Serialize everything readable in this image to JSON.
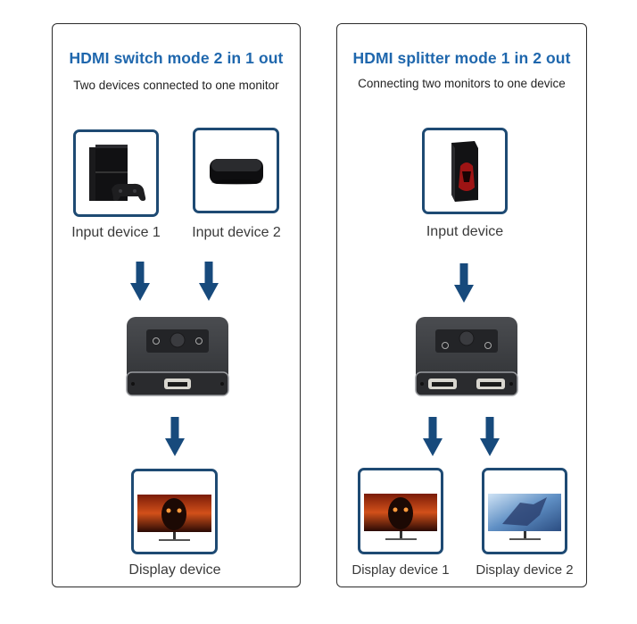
{
  "left_panel": {
    "title": "HDMI switch mode 2 in 1 out",
    "subtitle": "Two devices connected to one monitor",
    "inputs": [
      {
        "label": "Input device 1",
        "icon": "game-console-icon"
      },
      {
        "label": "Input device 2",
        "icon": "media-box-icon"
      }
    ],
    "hub": {
      "icon": "hdmi-switch-device-icon",
      "ports": 1
    },
    "outputs": [
      {
        "label": "Display device",
        "icon": "monitor-icon"
      }
    ]
  },
  "right_panel": {
    "title": "HDMI splitter mode 1 in 2 out",
    "subtitle": "Connecting two monitors to one device",
    "inputs": [
      {
        "label": "Input device",
        "icon": "pc-tower-icon"
      }
    ],
    "hub": {
      "icon": "hdmi-splitter-device-icon",
      "ports": 2
    },
    "outputs": [
      {
        "label": "Display device 1",
        "icon": "monitor-icon"
      },
      {
        "label": "Display device 2",
        "icon": "monitor-icon"
      }
    ]
  },
  "colors": {
    "title_blue": "#1f67ad",
    "box_border": "#1e4a73",
    "arrow": "#174a7c",
    "panel_border": "#2b2b2b"
  }
}
